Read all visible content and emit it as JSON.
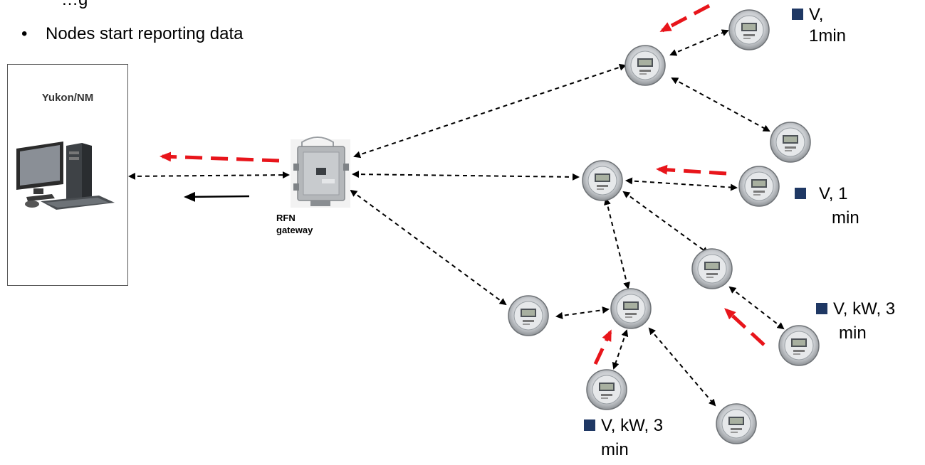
{
  "heading_cutoff": "…g",
  "bullet": {
    "marker": "•",
    "text": "Nodes start reporting data"
  },
  "headend": {
    "label": "Yukon/NM"
  },
  "gateway": {
    "label_line1": "RFN",
    "label_line2": "gateway"
  },
  "tags": {
    "top": {
      "line1": "V,",
      "line2": "1min"
    },
    "right_mid": {
      "line1": "V, 1",
      "line2": "min"
    },
    "right_low": {
      "line1": "V, kW, 3",
      "line2": "min"
    },
    "bottom": {
      "line1": "V, kW, 3",
      "line2": "min"
    }
  },
  "colors": {
    "link": "#000000",
    "report_arrow": "#e8151b",
    "tag_square": "#1f3864"
  }
}
